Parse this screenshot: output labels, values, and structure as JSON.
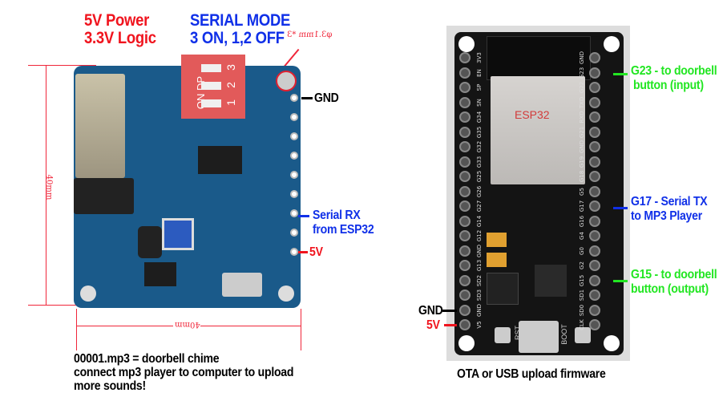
{
  "mp3_board": {
    "power_title": "5V Power",
    "logic_title": "3.3V Logic",
    "serial_title": "SERIAL MODE",
    "serial_setting": "3 ON, 1,2 OFF",
    "hole_note": "φ3.1mm *3",
    "dip_labels": [
      "ON",
      "DP",
      "1",
      "2",
      "3"
    ],
    "dim_vertical": "40mm",
    "dim_horizontal": "40mm",
    "gnd_label": "GND",
    "serial_rx_label_1": "Serial RX",
    "serial_rx_label_2": "from ESP32",
    "v5_label": "5V",
    "note_lines": [
      "00001.mp3 = doorbell chime",
      "connect mp3 player to computer to upload",
      "more sounds!"
    ]
  },
  "esp32_board": {
    "chip_label": "ESP32",
    "left_pins": [
      "3V3",
      "EN",
      "SP",
      "SN",
      "G34",
      "G35",
      "G32",
      "G33",
      "G25",
      "G26",
      "G27",
      "G14",
      "G12",
      "GND",
      "G13",
      "SD2",
      "SD3",
      "GND",
      "V5"
    ],
    "right_pins": [
      "GND",
      "G23",
      "G22",
      "TXD",
      "RXD",
      "G21",
      "GND",
      "G19",
      "G18",
      "G5",
      "G17",
      "G16",
      "G4",
      "G0",
      "G2",
      "G15",
      "SD1",
      "SD0",
      "CLK"
    ],
    "g23_label_1": "G23 - to doorbell",
    "g23_label_2": "button (input)",
    "g17_label_1": "G17 - Serial TX",
    "g17_label_2": "to MP3 Player",
    "g15_label_1": "G15 - to doorbell",
    "g15_label_2": "button (output)",
    "gnd_label": "GND",
    "v5_label": "5V",
    "rst_label": "RST",
    "boot_label": "BOOT",
    "caption": "OTA or USB upload firmware"
  }
}
